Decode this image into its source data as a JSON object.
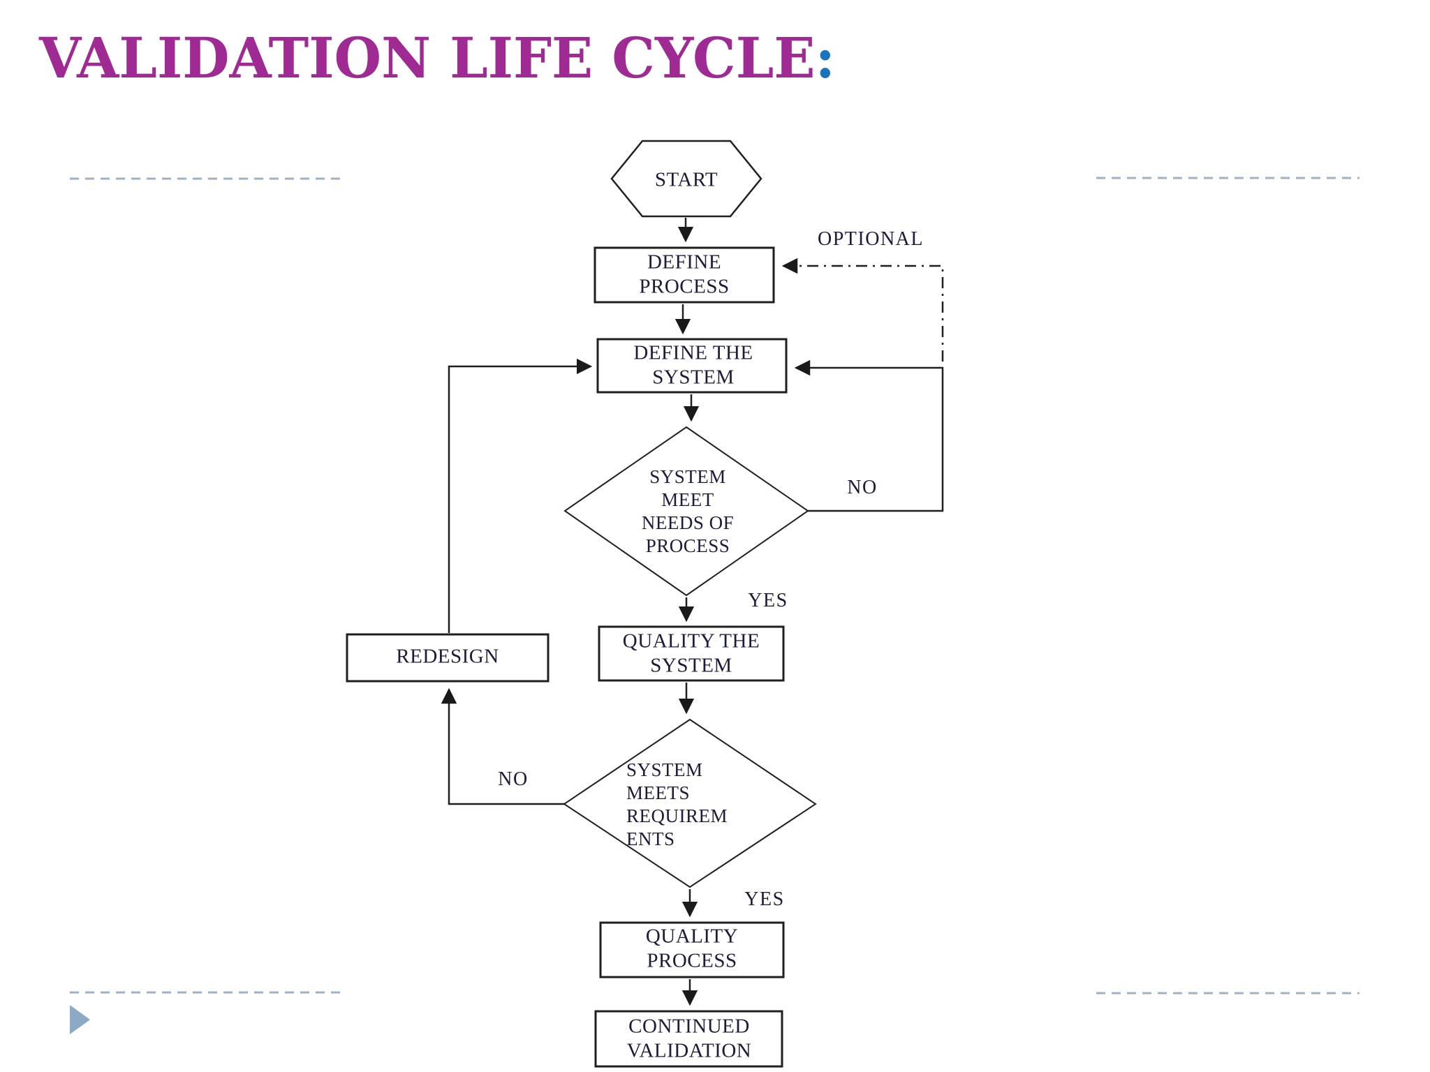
{
  "title": {
    "text": "VALIDATION LIFE CYCLE",
    "colon": ":"
  },
  "flowchart": {
    "nodes": {
      "start": "START",
      "define_process": "DEFINE\nPROCESS",
      "define_system": "DEFINE THE\nSYSTEM",
      "system_meet_needs": "SYSTEM\nMEET\nNEEDS OF\nPROCESS",
      "quality_the_system": "QUALITY THE\nSYSTEM",
      "redesign": "REDESIGN",
      "system_meets_requirements": "SYSTEM\nMEETS\nREQUIREM\nENTS",
      "quality_process": "QUALITY\nPROCESS",
      "continued_validation": "CONTINUED\nVALIDATION"
    },
    "edge_labels": {
      "optional": "OPTIONAL",
      "no_needs": "NO",
      "yes_needs": "YES",
      "no_requirements": "NO",
      "yes_requirements": "YES"
    }
  },
  "colors": {
    "title": "#a02a94",
    "colon": "#1b75bc",
    "line": "#1f1f1f",
    "text": "#1c1c38",
    "accent_dash": "#9fb2c3",
    "bullet": "#8ea9c6"
  }
}
